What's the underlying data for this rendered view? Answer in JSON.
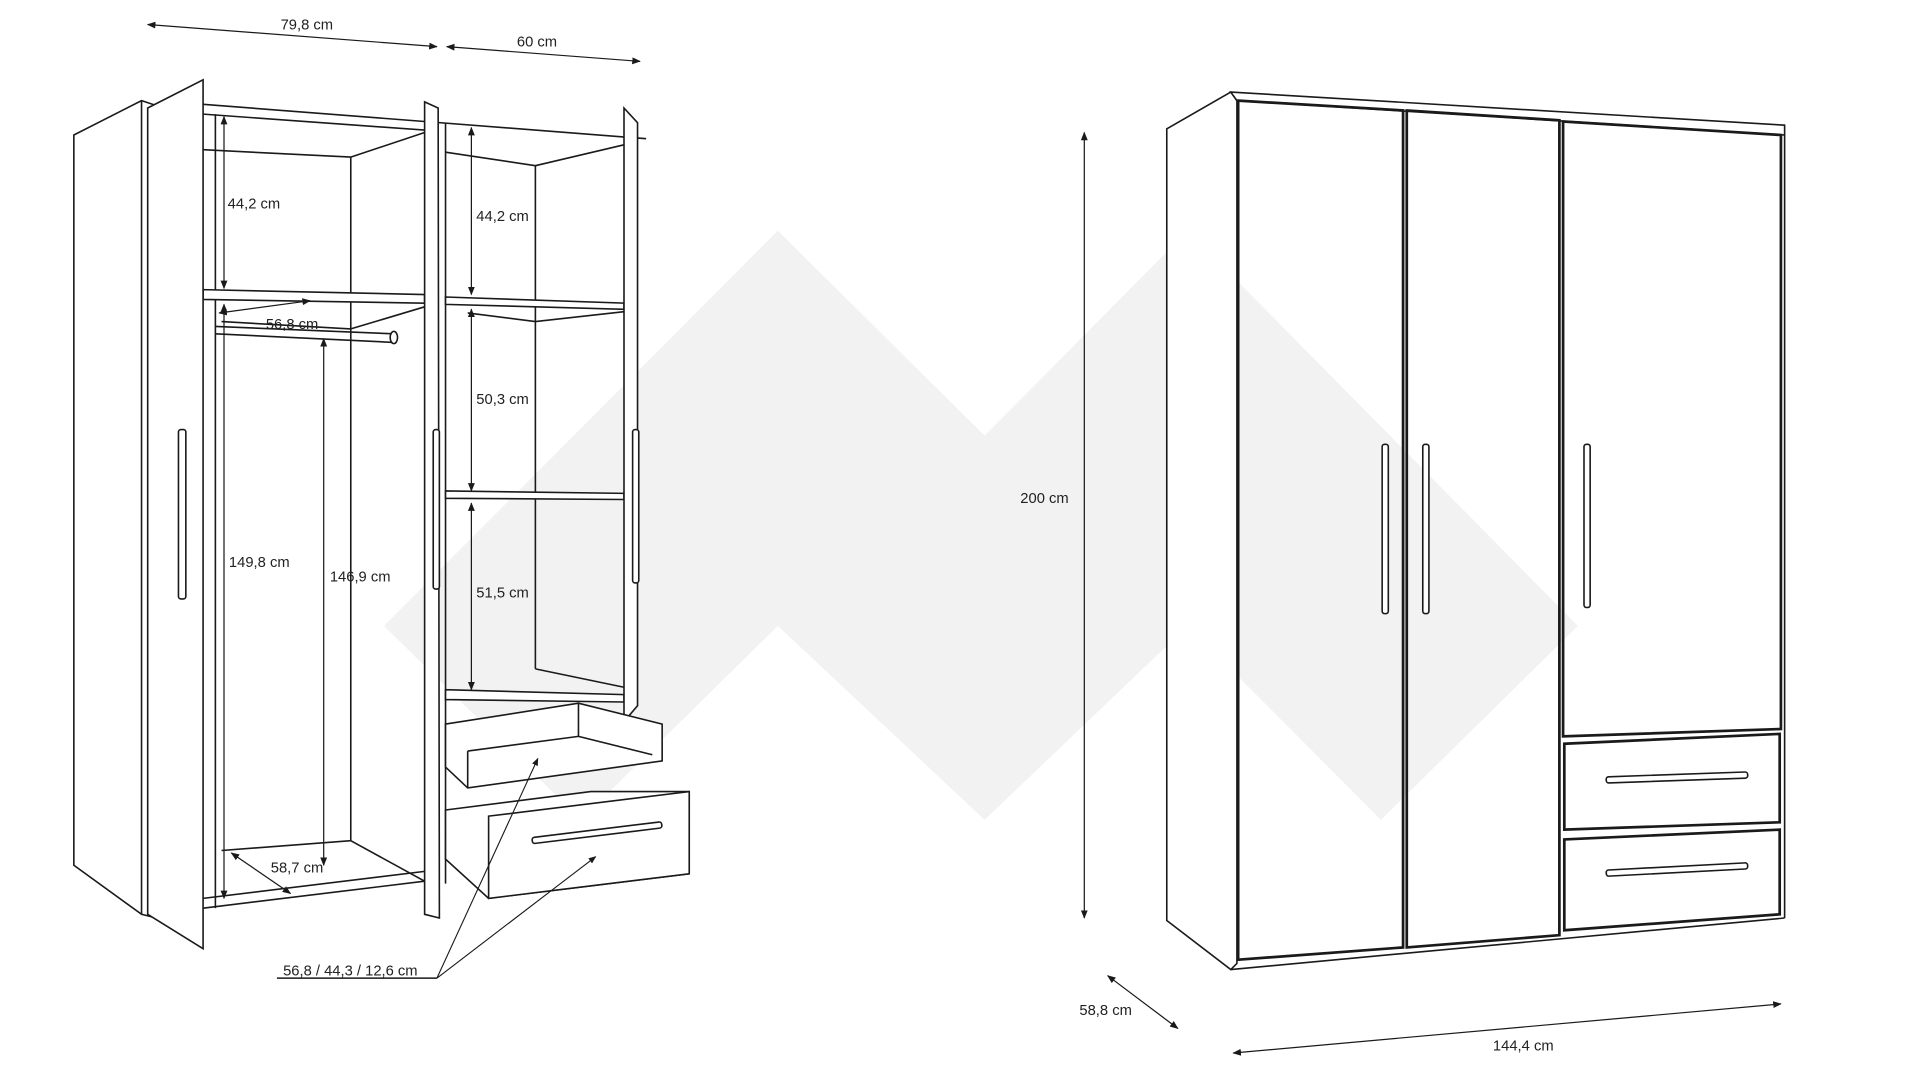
{
  "open_view": {
    "labels": {
      "total_width_left": "79,8 cm",
      "total_width_right": "60 cm",
      "top_shelf_left": "44,2 cm",
      "top_shelf_right": "44,2 cm",
      "shelf_depth": "56,8 cm",
      "middle_shelf": "50,3 cm",
      "lower_shelf": "51,5 cm",
      "hanging_height": "149,8 cm",
      "rail_height": "146,9 cm",
      "bottom_depth": "58,7 cm",
      "drawer_dims": "56,8 / 44,3 / 12,6 cm"
    }
  },
  "front_view": {
    "labels": {
      "height": "200 cm",
      "depth": "58,8 cm",
      "width": "144,4 cm"
    }
  },
  "colors": {
    "line": "#1a1a1a",
    "watermark": "#f2f2f2"
  }
}
